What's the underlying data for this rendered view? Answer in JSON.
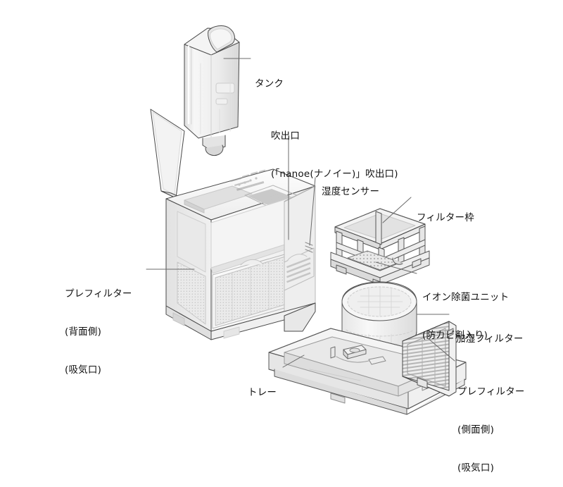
{
  "document": {
    "type": "exploded-parts-diagram",
    "subject": "humidifying air purifier",
    "background_color": "#ffffff",
    "line_color": "#4a4a4a",
    "body_fill": "#f2f2f2",
    "shade_fill": "#dcdcdc",
    "mesh_fill": "#e3e3e3",
    "text_color": "#111111"
  },
  "labels": {
    "tank": {
      "lines": [
        "タンク"
      ]
    },
    "air_outlet": {
      "lines": [
        "吹出口",
        "(「nanoe(ナノイー)」吹出口)"
      ]
    },
    "humidity_sensor": {
      "lines": [
        "湿度センサー"
      ]
    },
    "filter_frame": {
      "lines": [
        "フィルター枠"
      ]
    },
    "ion_unit": {
      "lines": [
        "イオン除菌ユニット",
        "(防カビ剤入り)"
      ]
    },
    "humidifying_filter": {
      "lines": [
        "加湿フィルター"
      ]
    },
    "prefilter_side": {
      "lines": [
        "プレフィルター",
        "(側面側)",
        "(吸気口)"
      ]
    },
    "prefilter_back": {
      "lines": [
        "プレフィルター",
        "(背面側)",
        "(吸気口)"
      ]
    },
    "tray": {
      "lines": [
        "トレー"
      ]
    }
  },
  "parts": [
    {
      "id": "tank",
      "name": "water tank"
    },
    {
      "id": "lid",
      "name": "top lid flap"
    },
    {
      "id": "main-unit",
      "name": "main body"
    },
    {
      "id": "air-outlet",
      "name": "nanoe air outlet louvers"
    },
    {
      "id": "control-panel",
      "name": "control panel"
    },
    {
      "id": "humidity-sensor",
      "name": "humidity sensor vent"
    },
    {
      "id": "prefilter-back",
      "name": "back prefilter mesh panel"
    },
    {
      "id": "filter-frame",
      "name": "filter frame cage"
    },
    {
      "id": "ion-unit",
      "name": "ion sterilization unit plate"
    },
    {
      "id": "humidifying-filter",
      "name": "humidifying filter drum"
    },
    {
      "id": "tray",
      "name": "water tray"
    },
    {
      "id": "prefilter-side",
      "name": "side prefilter louver panel"
    }
  ]
}
